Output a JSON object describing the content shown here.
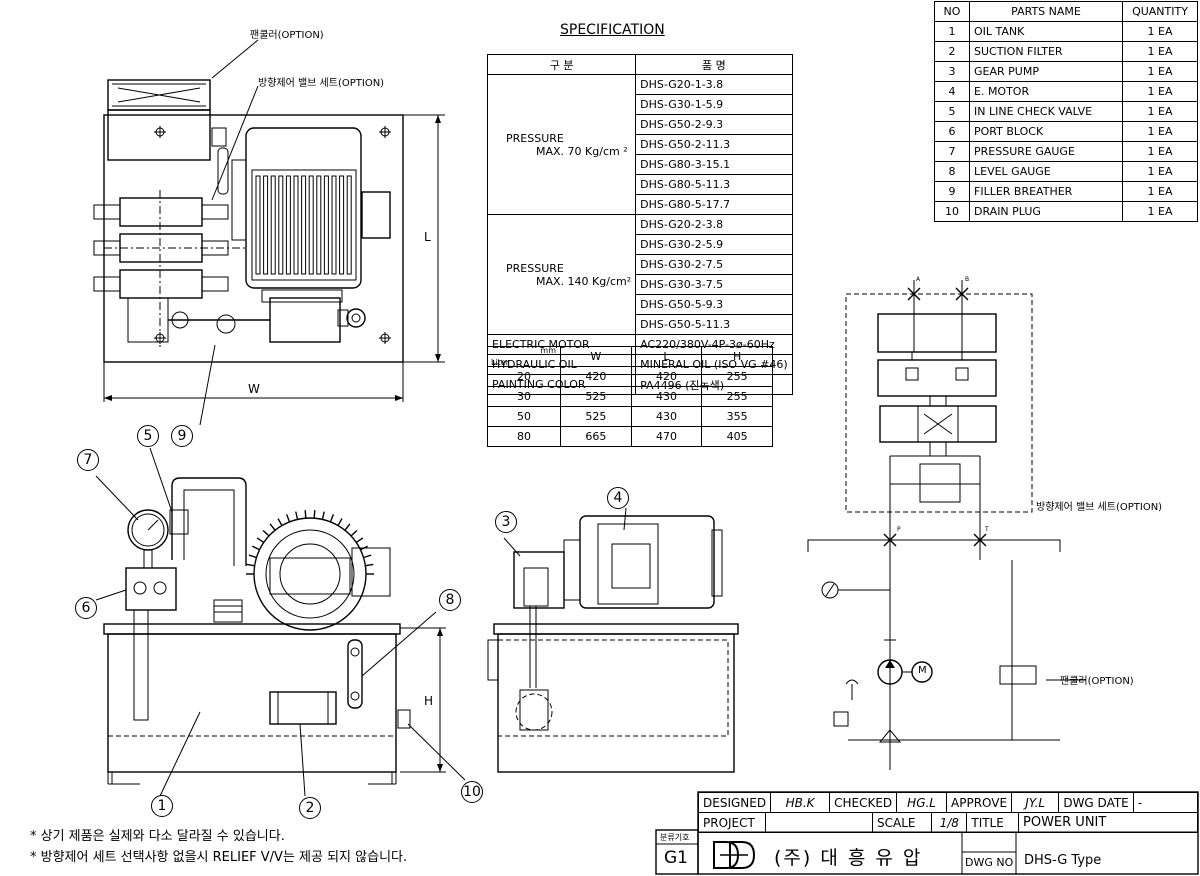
{
  "spec": {
    "title": "SPECIFICATION",
    "head_left": "구 분",
    "head_right": "품 명",
    "p70_label_1": "PRESSURE",
    "p70_label_2": "MAX. 70 Kg/cm ²",
    "p70_models": [
      "DHS-G20-1-3.8",
      "DHS-G30-1-5.9",
      "DHS-G50-2-9.3",
      "DHS-G50-2-11.3",
      "DHS-G80-3-15.1",
      "DHS-G80-5-11.3",
      "DHS-G80-5-17.7"
    ],
    "p140_label_1": "PRESSURE",
    "p140_label_2": "MAX. 140 Kg/cm²",
    "p140_models": [
      "DHS-G20-2-3.8",
      "DHS-G30-2-5.9",
      "DHS-G30-2-7.5",
      "DHS-G30-3-7.5",
      "DHS-G50-5-9.3",
      "DHS-G50-5-11.3"
    ],
    "rows": [
      {
        "label": "ELECTRIC MOTOR",
        "value": "AC220/380V-4P-3ø-60Hz"
      },
      {
        "label": "HYDRAULIC OIL",
        "value": "MINERAL OIL (ISO VG #46)"
      },
      {
        "label": "PAINTING COLOR",
        "value": "PA4496 (진녹색)"
      }
    ],
    "dim_head": {
      "mm": "mm",
      "liter": "Liter",
      "w": "W",
      "l": "L",
      "h": "H"
    },
    "dims": [
      [
        "20",
        "420",
        "420",
        "255"
      ],
      [
        "30",
        "525",
        "430",
        "255"
      ],
      [
        "50",
        "525",
        "430",
        "355"
      ],
      [
        "80",
        "665",
        "470",
        "405"
      ]
    ]
  },
  "parts": {
    "headers": [
      "NO",
      "PARTS NAME",
      "QUANTITY"
    ],
    "rows": [
      [
        "1",
        "OIL TANK",
        "1 EA"
      ],
      [
        "2",
        "SUCTION FILTER",
        "1 EA"
      ],
      [
        "3",
        "GEAR PUMP",
        "1 EA"
      ],
      [
        "4",
        "E. MOTOR",
        "1 EA"
      ],
      [
        "5",
        "IN LINE CHECK VALVE",
        "1 EA"
      ],
      [
        "6",
        "PORT BLOCK",
        "1 EA"
      ],
      [
        "7",
        "PRESSURE GAUGE",
        "1 EA"
      ],
      [
        "8",
        "LEVEL GAUGE",
        "1 EA"
      ],
      [
        "9",
        "FILLER BREATHER",
        "1 EA"
      ],
      [
        "10",
        "DRAIN PLUG",
        "1 EA"
      ]
    ]
  },
  "labels": {
    "fan_cooler_top": "팬쿨러(OPTION)",
    "dir_valve_top": "방향제어 밸브 세트(OPTION)",
    "dir_valve_schem": "방향제어 밸브 세트(OPTION)",
    "fan_cooler_schem": "팬쿨러(OPTION)",
    "dim_w": "W",
    "dim_l": "L",
    "dim_h": "H",
    "port_a": "A",
    "port_b": "B",
    "port_p": "P",
    "port_t": "T",
    "motor_m": "M",
    "balloons": [
      "1",
      "2",
      "3",
      "4",
      "5",
      "6",
      "7",
      "8",
      "9",
      "10"
    ]
  },
  "notes": [
    "* 상기 제품은 실제와 다소 달라질 수 있습니다.",
    "* 방향제어 세트 선택사항 없을시 RELIEF V/V는 제공 되지 않습니다."
  ],
  "title_block": {
    "designed_label": "DESIGNED",
    "designed": "HB.K",
    "checked_label": "CHECKED",
    "checked": "HG.L",
    "approve_label": "APPROVE",
    "approve": "JY.L",
    "dwg_date_label": "DWG DATE",
    "dwg_date": "-",
    "project_label": "PROJECT",
    "scale_label": "SCALE",
    "scale": "1/8",
    "title_label": "TITLE",
    "title": "POWER UNIT",
    "class_label": "분류기호",
    "class_code": "G1",
    "company": "(주) 대 흥 유 압",
    "dwg_no_label": "DWG NO",
    "dwg_no": "DHS-G Type"
  }
}
